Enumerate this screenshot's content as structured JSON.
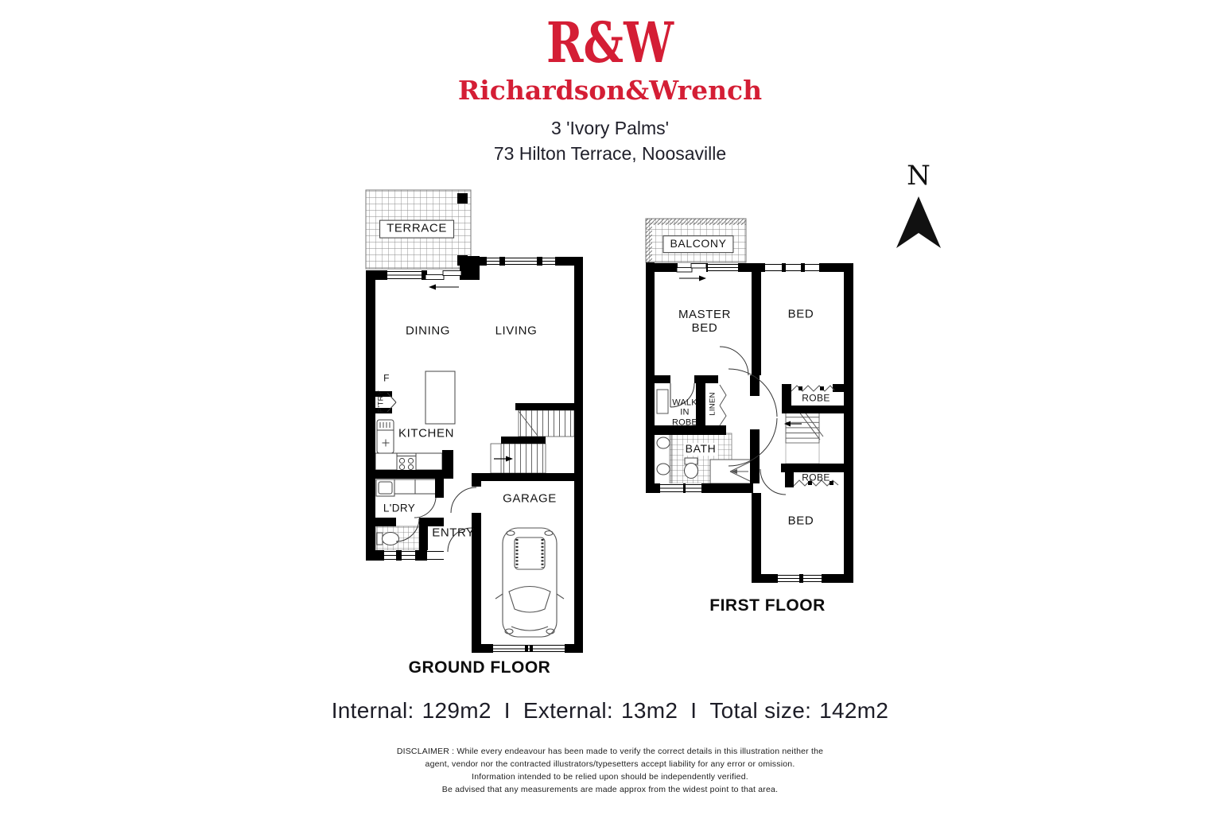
{
  "brand": {
    "logo": "R&W",
    "name": "Richardson&Wrench",
    "brand_red": "#d41e35"
  },
  "property": {
    "address_line1": "3 'Ivory Palms'",
    "address_line2": "73 Hilton Terrace, Noosaville"
  },
  "compass": {
    "north": "N"
  },
  "ground_floor": {
    "title": "GROUND FLOOR",
    "labels": {
      "terrace": "TERRACE",
      "dining": "DINING",
      "living": "LIVING",
      "fridge": "F",
      "pantry": "P'TRY",
      "kitchen": "KITCHEN",
      "laundry": "L'DRY",
      "entry": "ENTRY",
      "garage": "GARAGE"
    }
  },
  "first_floor": {
    "title": "FIRST FLOOR",
    "labels": {
      "balcony": "BALCONY",
      "master_bed": "MASTER BED",
      "bed_top": "BED",
      "walk_in_robe": "WALK IN ROBE",
      "linen": "LINEN",
      "robe_top": "ROBE",
      "bath": "BATH",
      "robe_bottom": "ROBE",
      "bed_bottom": "BED"
    }
  },
  "summary": {
    "internal_label": "Internal:",
    "internal_value": "129m2",
    "separator": "I",
    "external_label": "External:",
    "external_value": "13m2",
    "total_label": "Total size:",
    "total_value": "142m2"
  },
  "disclaimer_lines": [
    "DISCLAIMER : While every endeavour has been made to verify the correct details in this illustration neither the",
    "agent, vendor nor the contracted illustrators/typesetters accept liability for any error or omission.",
    "Information intended to be relied upon should be independently verified.",
    "Be advised that any measurements are made approx from the widest point to that area."
  ]
}
